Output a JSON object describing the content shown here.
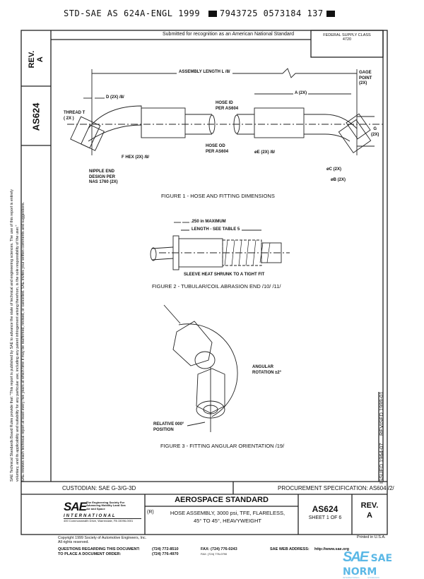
{
  "header_code": {
    "part1": "STD-SAE AS 624A-ENGL 1999",
    "part2": "7943725 0573184 137"
  },
  "top_bar": {
    "submitted": "Submitted for recognition as an American National Standard",
    "federal_supply_class": "FEDERAL SUPPLY CLASS\n4720"
  },
  "side_boxes": {
    "rev": "REV.\nA",
    "doc_no": "AS624"
  },
  "left_disclaimer": {
    "line1": "SAE Technical Standards Board Rules provide that: \"This report is published by SAE to advance the state of technical and engineering sciences. The use of this report is entirely",
    "line2": "voluntary, and its applicability and suitability for any particular use, including any patent infringement arising therefrom, is the sole responsibility of the user.\"",
    "line3": "SAE reviews each technical report at least every five years at which time it may be reaffirmed, revised, or cancelled. SAE invites your written comments and suggestions."
  },
  "right_dates": {
    "issued": "ISSUED 1964-07",
    "revised": "REVISED 1999-01"
  },
  "figure1": {
    "caption": "FIGURE 1 - HOSE AND FITTING DIMENSIONS",
    "labels": {
      "assembly_length": "ASSEMBLY LENGTH L /8/",
      "gage_point": "GAGE\nPOINT\n(2X)",
      "d": "D (2X) /8/",
      "thread": "THREAD T\n( 2X )",
      "hose_id": "HOSE ID\nPER AS604",
      "a": "A (2X)",
      "g": "G\n(2X)",
      "f_hex": "F HEX (2X) /8/",
      "hose_od": "HOSE OD\nPER AS604",
      "e": "øE (2X) /8/",
      "nipple": "NIPPLE END\nDESIGN PER\nNAS 1760 (2X)",
      "c": "øC (2X)",
      "b": "øB (2X)"
    }
  },
  "figure2": {
    "caption": "FIGURE 2 - TUBULAR/COIL ABRASION END /10/ /11/",
    "labels": {
      "max": ".250 in MAXIMUM",
      "length": "LENGTH - SEE TABLE 5",
      "sleeve": "SLEEVE HEAT SHRUNK TO A TIGHT FIT"
    }
  },
  "figure3": {
    "caption": "FIGURE 3 - FITTING ANGULAR ORIENTATION /19/",
    "labels": {
      "rotation": "ANGULAR\nROTATION ±2°",
      "relative": "RELATIVE 000°\nPOSITION"
    }
  },
  "title_block": {
    "custodian": "CUSTODIAN:  SAE G-3/G-3D",
    "procurement": "PROCUREMENT SPECIFICATION: AS604 /2/",
    "sae_logo": "SAE",
    "sae_tagline": "The Engineering Society For Advancing Mobility Land Sea Air and Space",
    "international": "INTERNATIONAL",
    "sae_address": "400 Commonwealth Drive, Warrendale, PA 15096-0001",
    "heading": "AEROSPACE STANDARD",
    "revision_mark": "(R)",
    "title_line1": "HOSE ASSEMBLY, 3000 psi, TFE, FLARELESS,",
    "title_line2": "45° TO 45°, HEAVYWEIGHT",
    "doc_no": "AS624",
    "sheet": "SHEET 1 OF 6",
    "rev": "REV.\nA"
  },
  "footer": {
    "copyright": "Copyright 1999 Society of Automotive Engineers, Inc.\nAll rights reserved.",
    "printed": "Printed in U.S.A.",
    "questions_label": "QUESTIONS REGARDING THIS DOCUMENT:",
    "questions_phone": "(724) 772-8510",
    "order_label": "TO PLACE A DOCUMENT ORDER:",
    "order_phone": "(724) 776-4970",
    "fax": "FAX: (724) 776-0243",
    "fax_note": "FAX: (724) 776-0790",
    "web_label": "SAE WEB ADDRESS:",
    "web": "http://www.sae.org"
  },
  "watermark": {
    "text": "SAE NORM",
    "mark": "SAE",
    "sub_left": "INTERNATIONAL",
    "sub_right": "STANDARD",
    "color": "#5bb8e6"
  }
}
